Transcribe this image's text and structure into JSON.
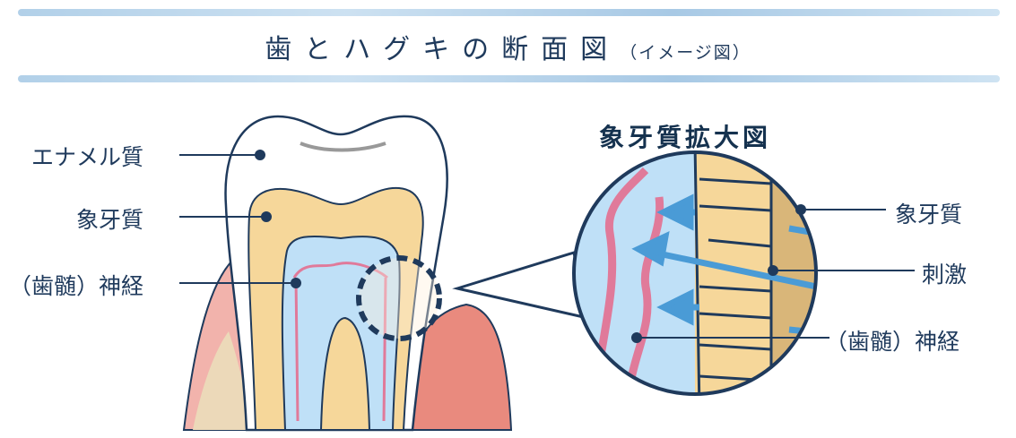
{
  "title": {
    "main": "歯とハグキの断面図",
    "sub": "（イメージ図）"
  },
  "left_labels": {
    "enamel": "エナメル質",
    "dentin": "象牙質",
    "nerve": "（歯髄）神経"
  },
  "zoom": {
    "title": "象牙質拡大図",
    "dentin": "象牙質",
    "stimulus": "刺激",
    "nerve": "（歯髄）神経"
  },
  "colors": {
    "text": "#1f3a5c",
    "dentin": "#f6d79a",
    "pulp": "#bfe0f7",
    "nerve": "#e07a9a",
    "gum": "#f0a0a0",
    "arrow": "#4a9bd6"
  }
}
